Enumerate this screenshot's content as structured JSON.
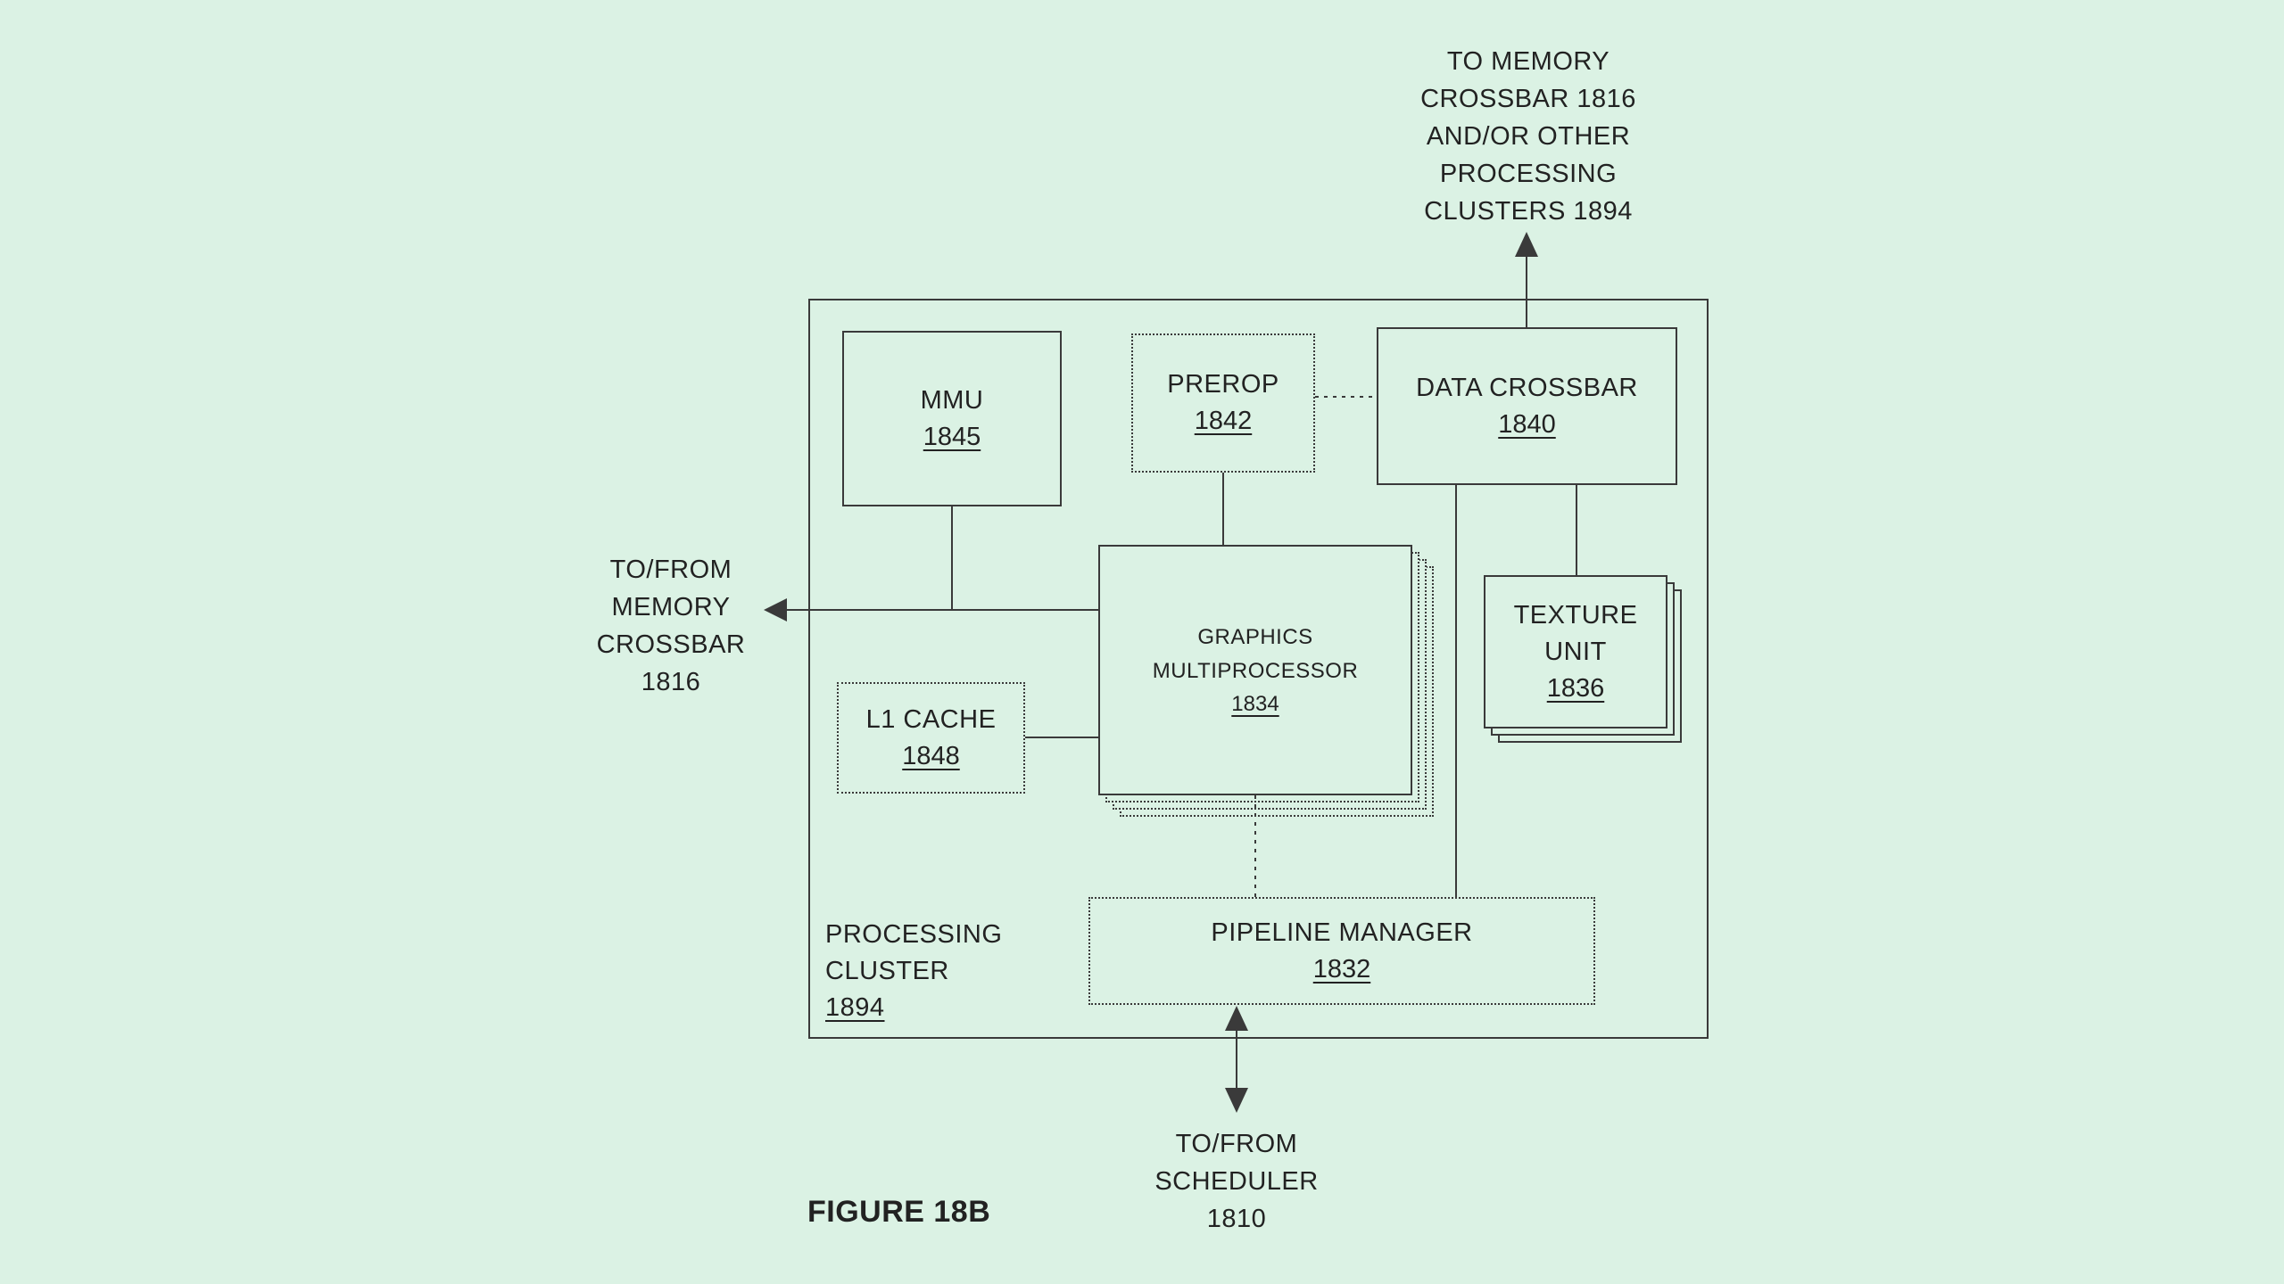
{
  "colors": {
    "background": "#dbf2e4",
    "line": "#3a3a3a",
    "text": "#222222"
  },
  "figure": {
    "title": "FIGURE 18B"
  },
  "outer_box": {
    "lines": [
      "PROCESSING",
      "CLUSTER"
    ],
    "ref": "1894"
  },
  "blocks": {
    "mmu": {
      "label": "MMU",
      "ref": "1845"
    },
    "prerop": {
      "label": "PREROP",
      "ref": "1842"
    },
    "data_crossbar": {
      "label": "DATA CROSSBAR",
      "ref": "1840"
    },
    "graphics_multiprocessor": {
      "lines": [
        "GRAPHICS",
        "MULTIPROCESSOR"
      ],
      "ref": "1834"
    },
    "texture_unit": {
      "lines": [
        "TEXTURE",
        "UNIT"
      ],
      "ref": "1836"
    },
    "l1_cache": {
      "label": "L1 CACHE",
      "ref": "1848"
    },
    "pipeline_manager": {
      "label": "PIPELINE MANAGER",
      "ref": "1832"
    }
  },
  "external_labels": {
    "top": [
      "TO MEMORY",
      "CROSSBAR 1816",
      "AND/OR OTHER",
      "PROCESSING",
      "CLUSTERS 1894"
    ],
    "left": [
      "TO/FROM",
      "MEMORY",
      "CROSSBAR",
      "1816"
    ],
    "bottom": [
      "TO/FROM",
      "SCHEDULER",
      "1810"
    ]
  }
}
